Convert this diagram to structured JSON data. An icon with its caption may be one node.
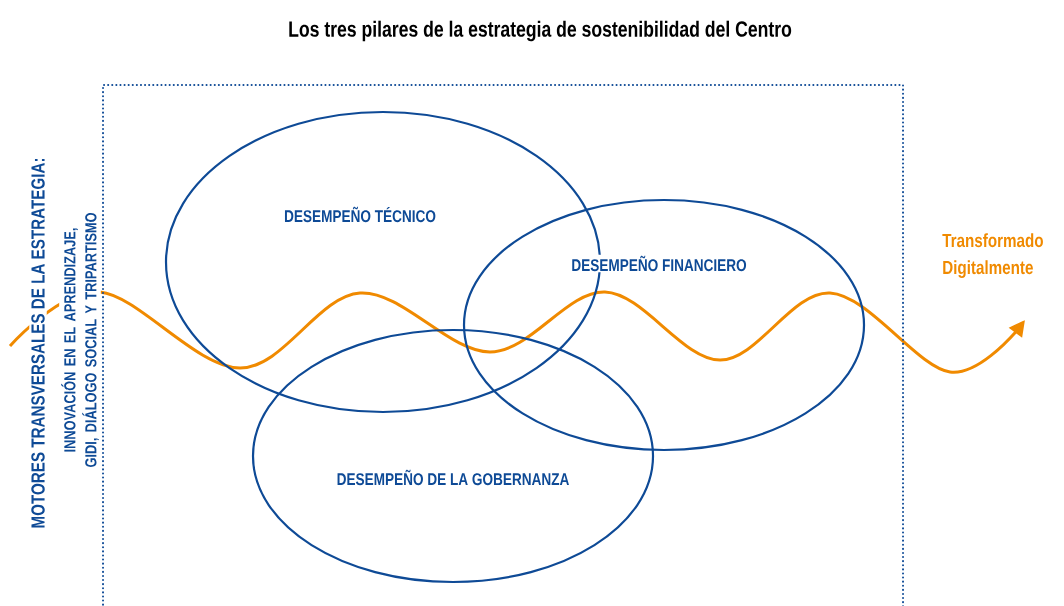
{
  "diagram": {
    "title": "Los tres pilares de la estrategia de sostenibilidad del Centro",
    "nodes": [
      {
        "text": [],
        "shape": "box"
      },
      {
        "text": [
          "DESEMPEÑO TÉCNICO"
        ],
        "in": 0
      },
      {
        "text": [
          "DESEMPEÑO FINANCIERO"
        ],
        "in": 0
      },
      {
        "text": [
          "DESEMPEÑO DE LA GOBERNANZA"
        ],
        "in": 0
      }
    ],
    "labels": [
      "MOTORES TRANSVERSALES DE LA ESTRATEGIA:",
      "INNOVACIÓN EN EL APRENDIZAJE, GIDI, DIÁLOGO SOCIAL Y TRIPARTISMO",
      "Transformado Digitalmente"
    ]
  }
}
